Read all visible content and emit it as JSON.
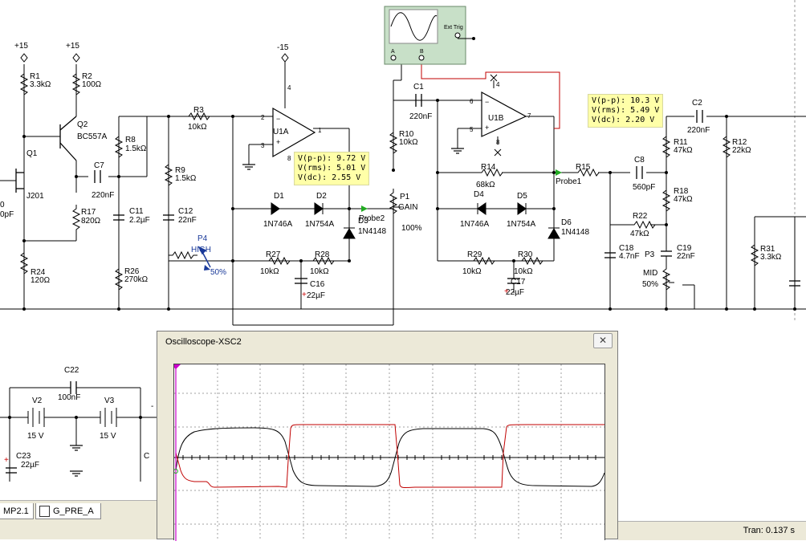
{
  "colors": {
    "wire": "#000000",
    "component": "#000000",
    "probe_bg": "#ffffa8",
    "trace_a": "#000000",
    "trace_b": "#cc0000",
    "marker": "#cc00cc",
    "probe_arrow": "#22aa22",
    "instrument": "#c8e0c8"
  },
  "rails": {
    "plus15_a": "+15",
    "plus15_b": "+15",
    "minus15": "-15"
  },
  "components": {
    "R1": "R1",
    "R1_val": "3.3kΩ",
    "R2": "R2",
    "R2_val": "100Ω",
    "Q1": "Q1",
    "Q1_part": "J201",
    "Q2": "Q2",
    "Q2_part": "BC557A",
    "R8": "R8",
    "R8_val": "1.5kΩ",
    "C7": "C7",
    "C7_val": "220nF",
    "R17": "R17",
    "R17_val": "820Ω",
    "R24": "R24",
    "R24_val": "120Ω",
    "C11": "C11",
    "C11_val": "2.2µF",
    "R26": "R26",
    "R26_val": "270kΩ",
    "R3": "R3",
    "R3_val": "10kΩ",
    "R9": "R9",
    "R9_val": "1.5kΩ",
    "C12": "C12",
    "C12_val": "22nF",
    "P4": "P4",
    "P4_setting": "HIGH",
    "P4_pct": "50%",
    "U1A": "U1A",
    "D1": "D1",
    "D1_part": "1N746A",
    "D2": "D2",
    "D2_part": "1N754A",
    "D3_part": "1N4148",
    "R27": "R27",
    "R27_val": "10kΩ",
    "R28": "R28",
    "R28_val": "10kΩ",
    "C16": "C16",
    "C16_val": "22µF",
    "C1": "C1",
    "C1_val": "220nF",
    "R10": "R10",
    "R10_val": "10kΩ",
    "P1": "P1",
    "P1_label": "GAIN",
    "P1_pct": "100%",
    "U1B": "U1B",
    "R14": "R14",
    "R14_val": "68kΩ",
    "D4": "D4",
    "D4_part": "1N746A",
    "D5": "D5",
    "D5_part": "1N754A",
    "D6": "D6",
    "D6_part": "1N4148",
    "R29": "R29",
    "R29_val": "10kΩ",
    "R30": "R30",
    "R30_val": "10kΩ",
    "C17": "C17",
    "C17_val": "22µF",
    "R15": "R15",
    "C8": "C8",
    "C8_val": "560pF",
    "C2": "C2",
    "C2_val": "220nF",
    "R11": "R11",
    "R11_val": "47kΩ",
    "R12": "R12",
    "R12_val": "22kΩ",
    "R18": "R18",
    "R18_val": "47kΩ",
    "R22": "R22",
    "R22_val": "47kΩ",
    "C18": "C18",
    "C18_val": "4.7nF",
    "P3": "P3",
    "P3_setting": "MID",
    "P3_pct": "50%",
    "C19": "C19",
    "C19_val": "22nF",
    "R31": "R31",
    "R31_val": "3.3kΩ",
    "C22": "C22",
    "C22_val": "100nF",
    "V2": "V2",
    "V2_val": "15 V",
    "V3": "V3",
    "V3_val": "15 V",
    "C23": "C23",
    "C23_val": "22µF",
    "pin2": "2",
    "pin3": "3",
    "pin1": "1",
    "pin8": "8",
    "pin4": "4",
    "pin6": "6",
    "pin5": "5",
    "pin7": "7",
    "pin4b": "4",
    "pin8b": "8",
    "cut_left_0": "0",
    "cut_left_0pF": "0pF",
    "ext_trig": "Ext Trig",
    "scope_a": "A",
    "scope_b": "B",
    "probe1": "Probe1",
    "probe2": "Probe2",
    "cut_d3": "D3",
    "cut_c21": "C",
    "dash": "-"
  },
  "probes": {
    "probe2": {
      "vpp": "V(p-p): 9.72 V",
      "vrms": "V(rms): 5.01 V",
      "vdc": "V(dc): 2.55 V"
    },
    "probe1": {
      "vpp": "V(p-p): 10.3 V",
      "vrms": "V(rms): 5.49 V",
      "vdc": "V(dc): 2.20 V"
    }
  },
  "oscilloscope": {
    "title": "Oscilloscope-XSC2",
    "close": "✕"
  },
  "tabs": [
    {
      "label": "MP2.1 *"
    },
    {
      "label": "G_PRE_A *"
    }
  ],
  "status": {
    "text": "Tran: 0.137 s"
  }
}
